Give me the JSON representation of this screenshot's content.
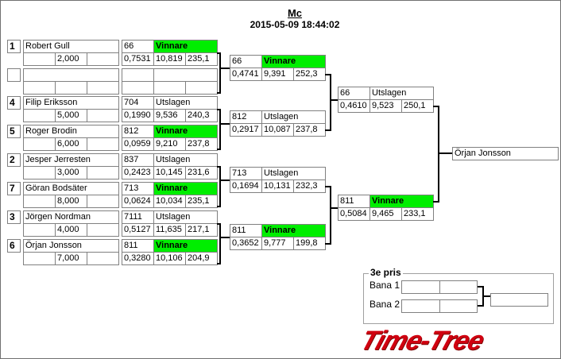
{
  "header": {
    "title": "Mc",
    "datetime": "2015-05-09 18:44:02"
  },
  "round1": [
    {
      "seed": "1",
      "name": "Robert Gull",
      "index": "2,000",
      "car": "66",
      "status": "Vinnare",
      "reaction": "0,7531",
      "et": "10,819",
      "speed": "235,1"
    },
    {
      "seed": "",
      "name": "",
      "index": "",
      "car": "",
      "status": "",
      "reaction": "",
      "et": "",
      "speed": ""
    },
    {
      "seed": "4",
      "name": "Filip Eriksson",
      "index": "5,000",
      "car": "704",
      "status": "Utslagen",
      "reaction": "0,1990",
      "et": "9,536",
      "speed": "240,3"
    },
    {
      "seed": "5",
      "name": "Roger Brodin",
      "index": "6,000",
      "car": "812",
      "status": "Vinnare",
      "reaction": "0,0959",
      "et": "9,210",
      "speed": "237,8"
    },
    {
      "seed": "2",
      "name": "Jesper Jerresten",
      "index": "3,000",
      "car": "837",
      "status": "Utslagen",
      "reaction": "0,2423",
      "et": "10,145",
      "speed": "231,6"
    },
    {
      "seed": "7",
      "name": "Göran Bodsäter",
      "index": "8,000",
      "car": "713",
      "status": "Vinnare",
      "reaction": "0,0624",
      "et": "10,034",
      "speed": "235,1"
    },
    {
      "seed": "3",
      "name": "Jörgen Nordman",
      "index": "4,000",
      "car": "7111",
      "status": "Utslagen",
      "reaction": "0,5127",
      "et": "11,635",
      "speed": "217,1"
    },
    {
      "seed": "6",
      "name": "Örjan Jonsson",
      "index": "7,000",
      "car": "811",
      "status": "Vinnare",
      "reaction": "0,3280",
      "et": "10,106",
      "speed": "204,9"
    }
  ],
  "round2": [
    {
      "car": "66",
      "status": "Vinnare",
      "reaction": "0,4741",
      "et": "9,391",
      "speed": "252,3"
    },
    {
      "car": "812",
      "status": "Utslagen",
      "reaction": "0,2917",
      "et": "10,087",
      "speed": "237,8"
    },
    {
      "car": "713",
      "status": "Utslagen",
      "reaction": "0,1694",
      "et": "10,131",
      "speed": "232,3"
    },
    {
      "car": "811",
      "status": "Vinnare",
      "reaction": "0,3652",
      "et": "9,777",
      "speed": "199,8"
    }
  ],
  "round3": [
    {
      "car": "66",
      "status": "Utslagen",
      "reaction": "0,4610",
      "et": "9,523",
      "speed": "250,1"
    },
    {
      "car": "811",
      "status": "Vinnare",
      "reaction": "0,5084",
      "et": "9,465",
      "speed": "233,1"
    }
  ],
  "final": {
    "winner": "Örjan Jonsson"
  },
  "third_place": {
    "title": "3e pris",
    "lane1": "Bana 1",
    "lane2": "Bana 2"
  },
  "logo": "Time-Tree",
  "colors": {
    "winner": "#00ee00",
    "logo": "#d00010"
  }
}
